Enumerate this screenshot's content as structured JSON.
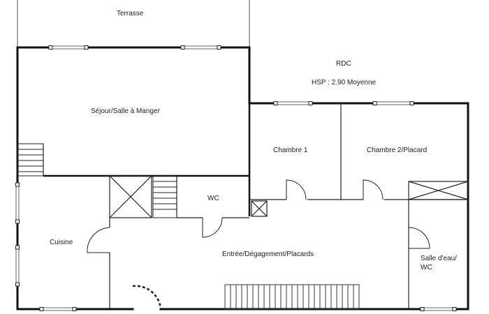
{
  "plan": {
    "terrace_label": "Terrasse",
    "level_label": "RDC",
    "ceiling_height_label": "HSP : 2.90 Moyenne",
    "rooms": {
      "sejour": "Séjour/Salle à Manger",
      "chambre1": "Chambre 1",
      "chambre2": "Chambre 2/Placard",
      "wc": "WC",
      "cuisine": "Cuisine",
      "entree": "Entrée/Dégagement/Placards",
      "salle_eau_line1": "Salle d'eau/",
      "salle_eau_line2": "WC"
    }
  }
}
